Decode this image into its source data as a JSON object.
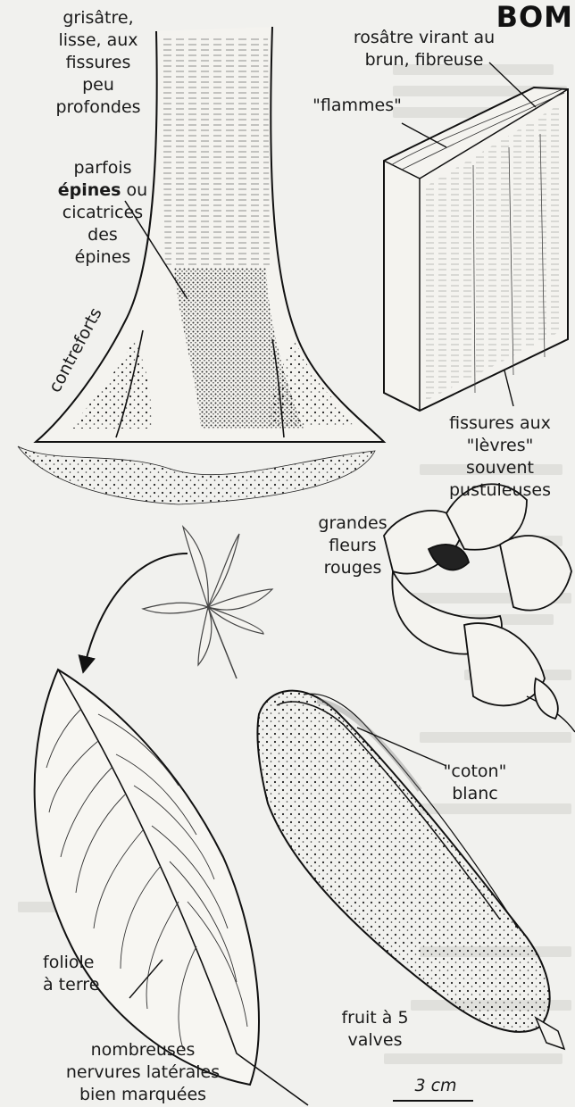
{
  "header": {
    "text": "BOM"
  },
  "labels": {
    "bark_texture": [
      "grisâtre,",
      "lisse, aux",
      "fissures",
      "peu",
      "profondes"
    ],
    "slash": [
      "rosâtre virant au",
      "brun, fibreuse"
    ],
    "flames": "\"flammes\"",
    "spines_prefix": "parfois",
    "spines_bold": "épines",
    "spines_suffix": " ou",
    "spines_rest": [
      "cicatrices",
      "des",
      "épines"
    ],
    "buttress": "contreforts",
    "fissures": [
      "fissures aux",
      "\"lèvres\"",
      "souvent",
      "pustuleuses"
    ],
    "flowers": [
      "grandes",
      "fleurs",
      "rouges"
    ],
    "cotton": [
      "\"coton\"",
      "blanc"
    ],
    "leaflet": [
      "foliole",
      "à terre"
    ],
    "veins": [
      "nombreuses",
      "nervures latérales",
      "bien marquées"
    ],
    "fruit": [
      "fruit à 5",
      "valves"
    ],
    "scale": "3 cm"
  },
  "icons": {
    "trunk": "tree-trunk-illustration",
    "slash_block": "bark-slash-illustration",
    "compound_leaf": "palmate-leaf-illustration",
    "flower": "red-flower-illustration",
    "leaflet": "leaflet-illustration",
    "fruit": "fruit-capsule-illustration"
  }
}
